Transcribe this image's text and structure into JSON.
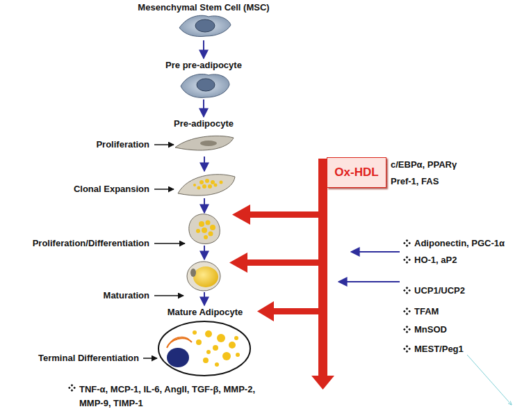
{
  "diagram": {
    "nodes": [
      {
        "text": [
          "Mesenchymal Stem Cell (MSC)"
        ]
      },
      {
        "text": [
          "Pre pre-adipocyte"
        ]
      },
      {
        "text": [
          "Pre-adipocyte"
        ]
      },
      {
        "text": [
          "Ox-HDL"
        ]
      },
      {
        "text": [
          "Mature Adipocyte"
        ]
      }
    ],
    "edges": [
      {
        "from": 0,
        "to": 1,
        "arrow": "to"
      },
      {
        "from": 1,
        "to": 2,
        "arrow": "to"
      }
    ],
    "labels": [
      "Proliferation",
      "Clonal Expansion",
      "Proliferation/Differentiation",
      "Maturation",
      "Terminal Differentiation",
      "c/EBPα, PPARγ",
      "Pref-1, FAS",
      "Adiponectin, PGC-1α",
      "HO-1, aP2",
      "UCP1/UCP2",
      "TFAM",
      "MnSOD",
      "MEST/Peg1",
      "TNF-α, MCP-1, IL-6, AngII, TGF-β, MMP-2, MMP-9, TIMP-1"
    ]
  }
}
